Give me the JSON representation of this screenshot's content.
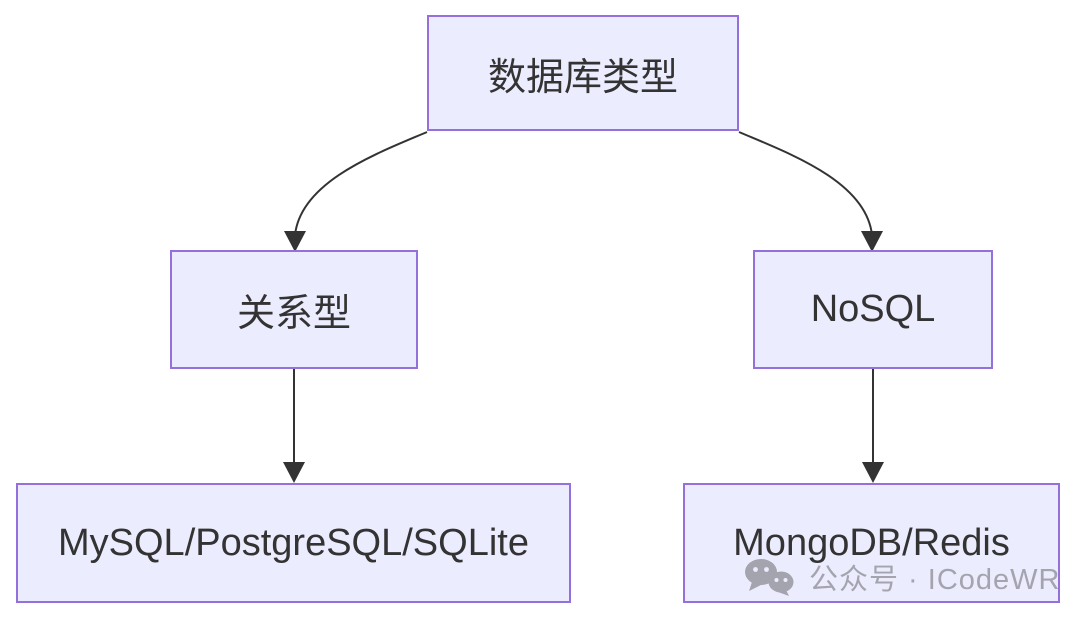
{
  "diagram": {
    "type": "flowchart",
    "direction": "top-down",
    "nodes": [
      {
        "id": "db-types",
        "label": "数据库类型"
      },
      {
        "id": "relational",
        "label": "关系型"
      },
      {
        "id": "nosql",
        "label": "NoSQL"
      },
      {
        "id": "relational-examples",
        "label": "MySQL/PostgreSQL/SQLite"
      },
      {
        "id": "nosql-examples",
        "label": "MongoDB/Redis"
      }
    ],
    "edges": [
      {
        "from": "数据库类型",
        "to": "关系型"
      },
      {
        "from": "数据库类型",
        "to": "NoSQL"
      },
      {
        "from": "关系型",
        "to": "MySQL/PostgreSQL/SQLite"
      },
      {
        "from": "NoSQL",
        "to": "MongoDB/Redis"
      }
    ]
  },
  "colors": {
    "background": "#ffffff",
    "node_fill": "#ECECFF",
    "node_border": "#9370DB",
    "node_text": "#333333",
    "edge_line": "#333333",
    "watermark_text": "#9b9ba3"
  },
  "watermark": {
    "icon": "wechat-icon",
    "text": "公众号 · ICodeWR"
  }
}
